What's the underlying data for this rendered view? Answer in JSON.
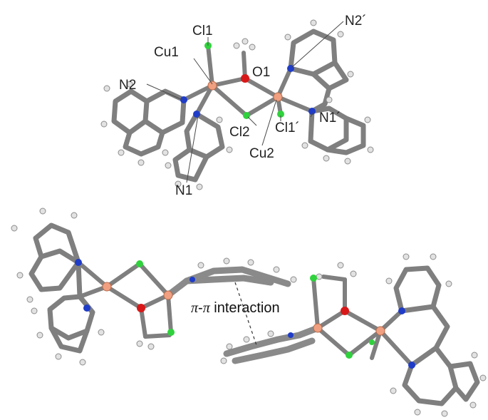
{
  "labels": {
    "cl1": "Cl1",
    "cu1": "Cu1",
    "o1": "O1",
    "n2p": "N2´",
    "n2": "N2",
    "cl2": "Cl2",
    "cl1p": "Cl1´",
    "n1p": "N1´",
    "cu2": "Cu2",
    "n1": "N1"
  },
  "interaction": {
    "pi1": "π",
    "dash": "-",
    "pi2": "π",
    "text": " interaction"
  },
  "colors": {
    "bond": "#8a8a8a",
    "bond_dark": "#5a5a5a",
    "hydrogen": "#e4e4e4",
    "nitrogen": "#1f3cc8",
    "oxygen": "#d81818",
    "chlorine": "#2fd23c",
    "copper": "#f0a080",
    "leader": "#4a4a4a",
    "dashed": "#333333"
  }
}
